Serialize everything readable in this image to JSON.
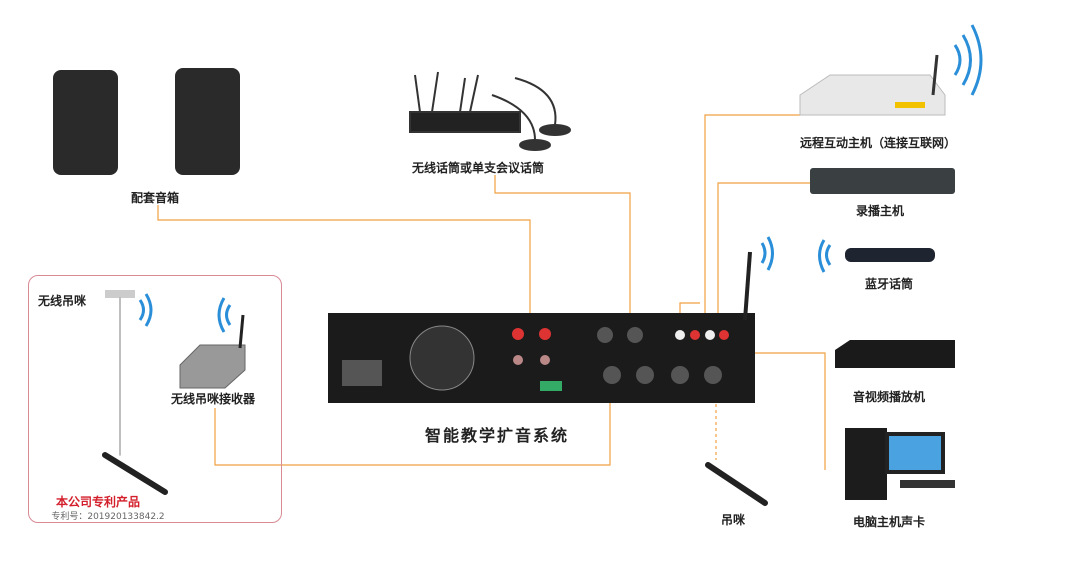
{
  "labels": {
    "speakers": "配套音箱",
    "wireless_mic": "无线话筒或单支会议话筒",
    "remote_host": "远程互动主机（连接互联网）",
    "recording_host": "录播主机",
    "bluetooth_mic": "蓝牙话筒",
    "av_player": "音视频播放机",
    "pc_soundcard": "电脑主机声卡",
    "hanging_mic": "吊咪",
    "system_title": "智能教学扩音系统",
    "wireless_hanging_mic": "无线吊咪",
    "receiver": "无线吊咪接收器",
    "patent_product": "本公司专利产品",
    "patent_no": "专利号：201920133842.2"
  },
  "colors": {
    "line": "#f0a040",
    "box_border": "#d88a95",
    "patent_red": "#d4202c",
    "wifi": "#2a8fd8"
  }
}
